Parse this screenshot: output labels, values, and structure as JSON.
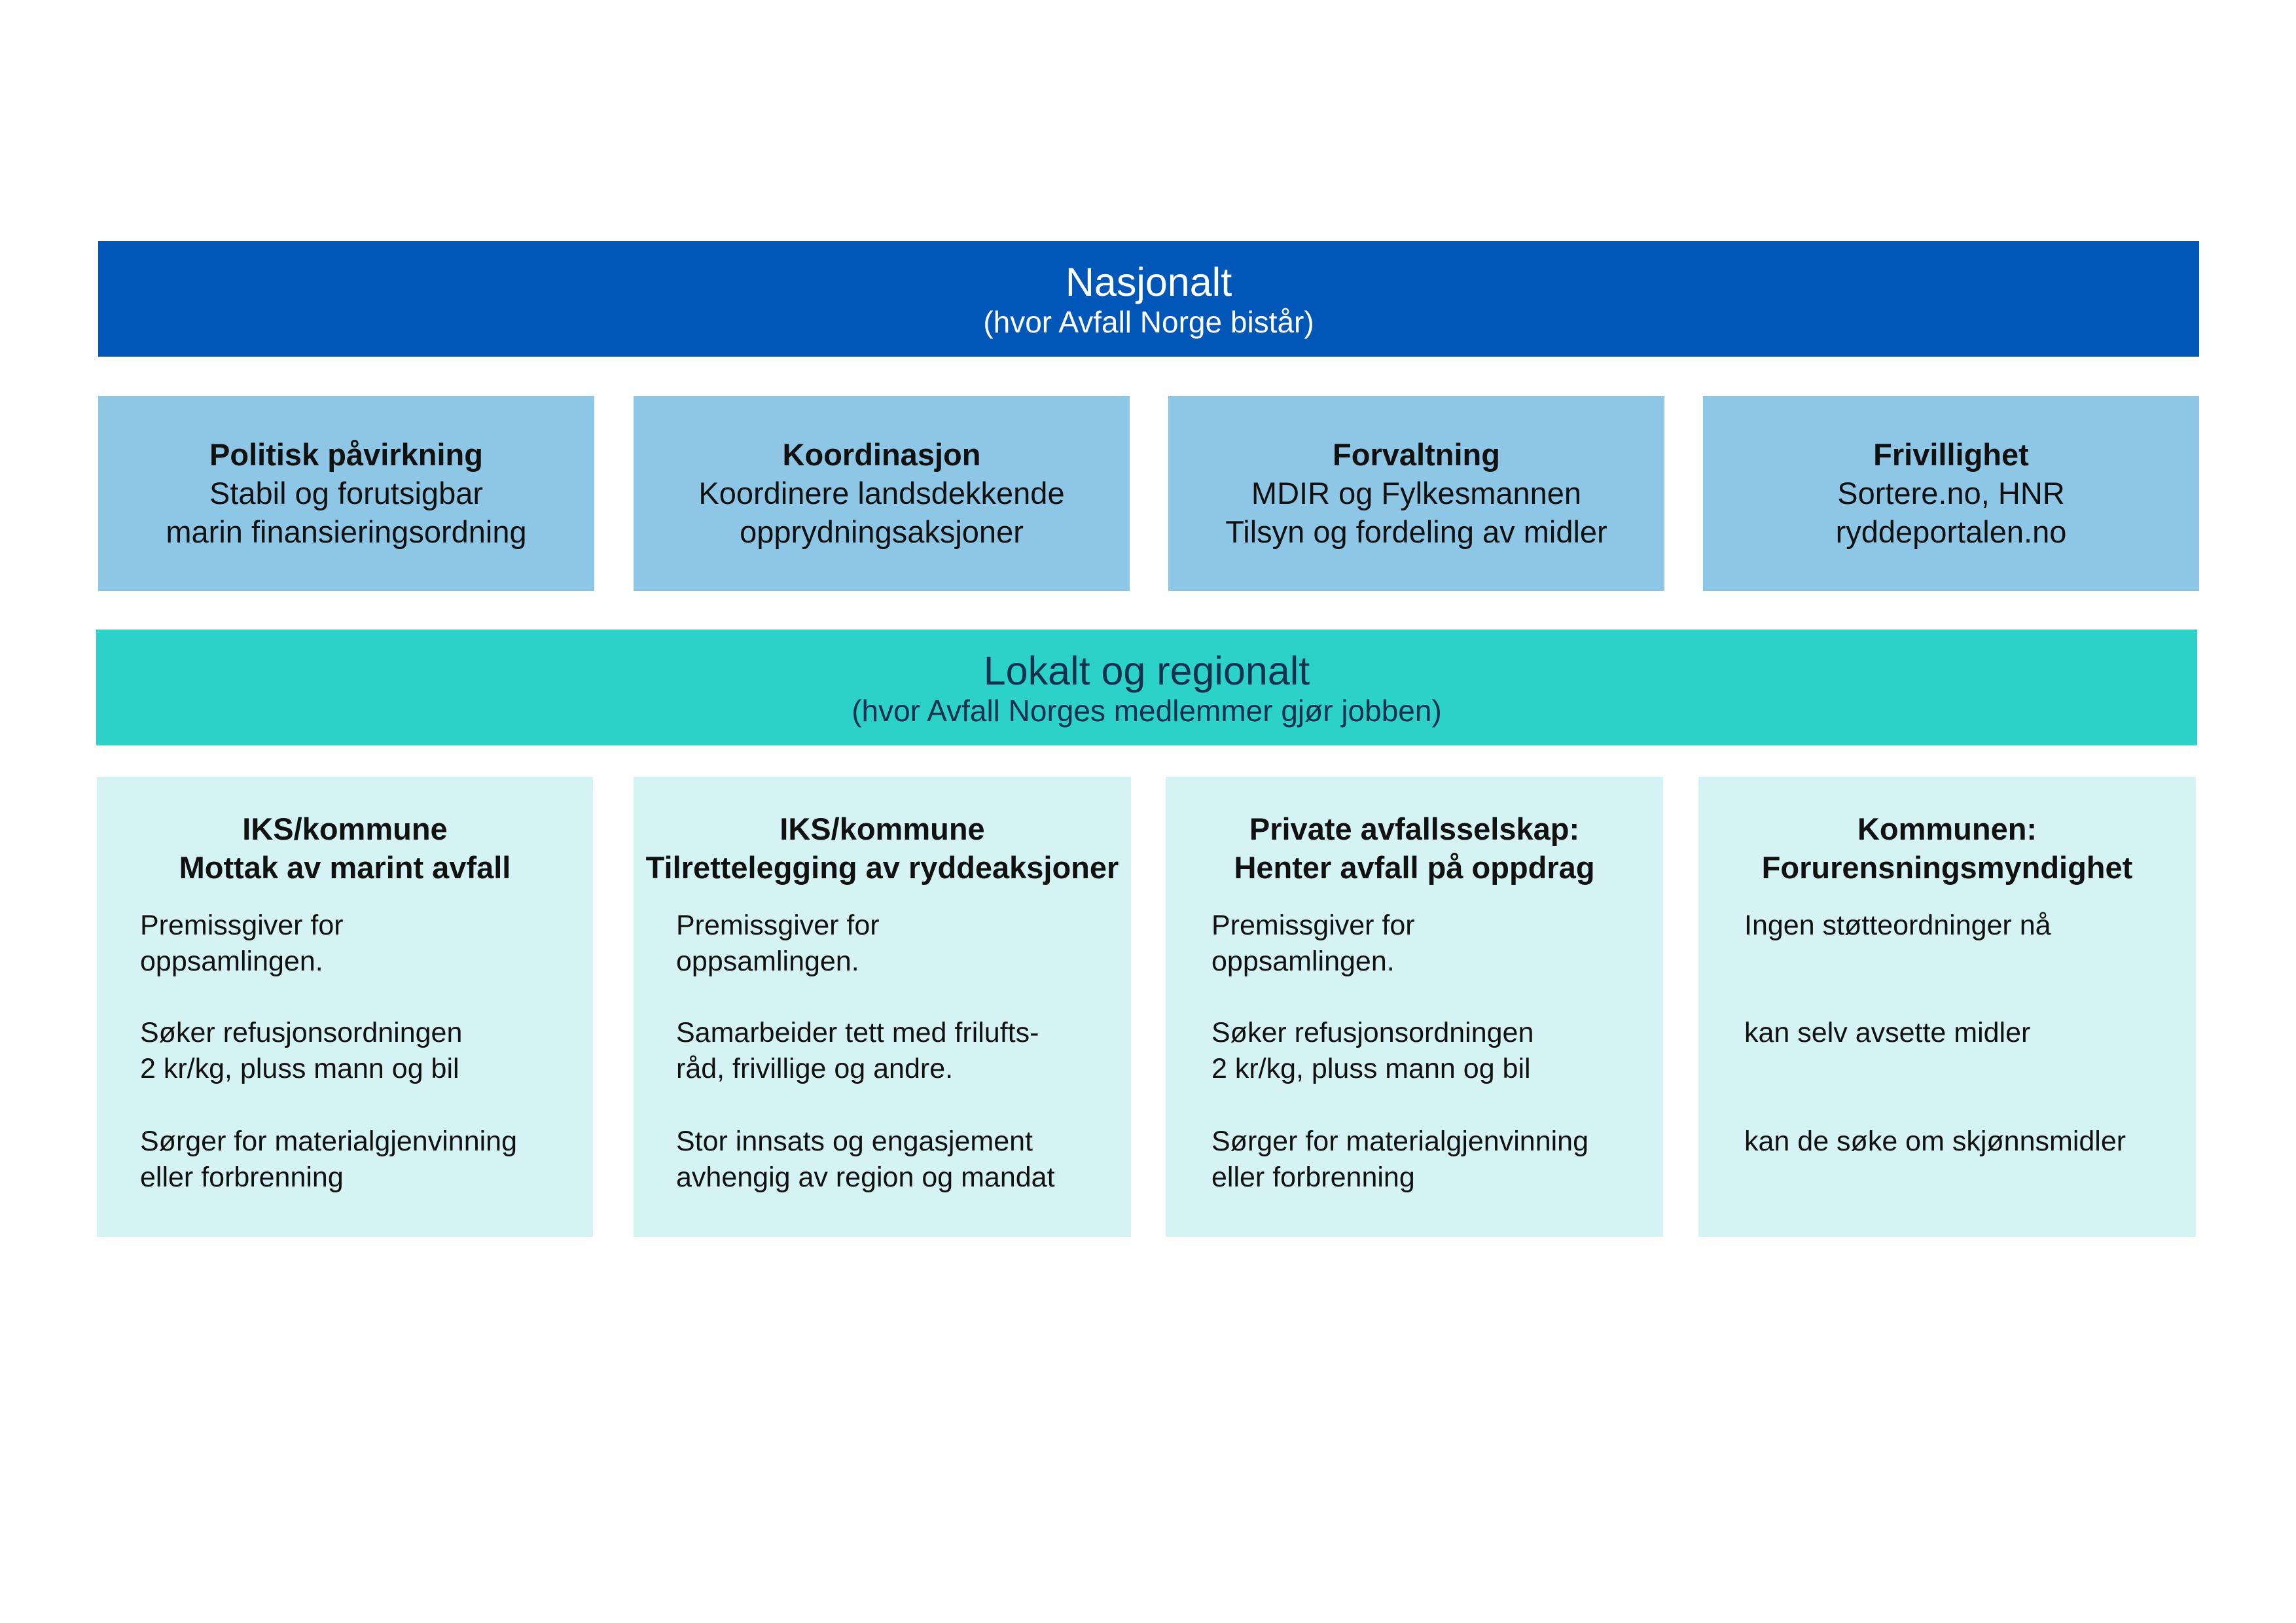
{
  "national": {
    "title": "Nasjonalt",
    "subtitle": "(hvor Avfall Norge bistår)",
    "boxes": [
      {
        "heading": "Politisk påvirkning",
        "line1": "Stabil og forutsigbar",
        "line2": "marin finansieringsordning"
      },
      {
        "heading": "Koordinasjon",
        "line1": "Koordinere landsdekkende",
        "line2": "opprydningsaksjoner"
      },
      {
        "heading": "Forvaltning",
        "line1": "MDIR og Fylkesmannen",
        "line2": "Tilsyn og fordeling av midler"
      },
      {
        "heading": "Frivillighet",
        "line1": "Sortere.no, HNR",
        "line2": "ryddeportalen.no"
      }
    ]
  },
  "local": {
    "title": "Lokalt og regionalt",
    "subtitle": "(hvor Avfall Norges medlemmer gjør jobben)",
    "boxes": [
      {
        "heading1": "IKS/kommune",
        "heading2": "Mottak av marint avfall",
        "body": [
          "Premissgiver for",
          "oppsamlingen.",
          "Søker refusjonsordningen",
          "2 kr/kg, pluss mann og bil",
          "Sørger for materialgjenvinning",
          "eller forbrenning"
        ]
      },
      {
        "heading1": "IKS/kommune",
        "heading2": "Tilrettelegging av ryddeaksjoner",
        "body": [
          "Premissgiver for",
          "oppsamlingen.",
          "Samarbeider tett med frilufts-",
          "råd, frivillige og andre.",
          "Stor innsats og engasjement",
          "avhengig av region og mandat"
        ]
      },
      {
        "heading1": "Private avfallsselskap:",
        "heading2": "Henter avfall på oppdrag",
        "body": [
          "Premissgiver for",
          "oppsamlingen.",
          "Søker refusjonsordningen",
          "2 kr/kg, pluss mann og bil",
          "Sørger for materialgjenvinning",
          "eller forbrenning"
        ]
      },
      {
        "heading1": "Kommunen:",
        "heading2": "Forurensningsmyndighet",
        "body": [
          "Ingen støtteordninger nå",
          "kan selv avsette midler",
          "kan de søke om skjønnsmidler"
        ]
      }
    ]
  },
  "colors": {
    "national_band": "#0057B8",
    "national_box": "#8EC6E6",
    "local_band": "#2CD1C8",
    "local_box": "#D5F3F3"
  }
}
